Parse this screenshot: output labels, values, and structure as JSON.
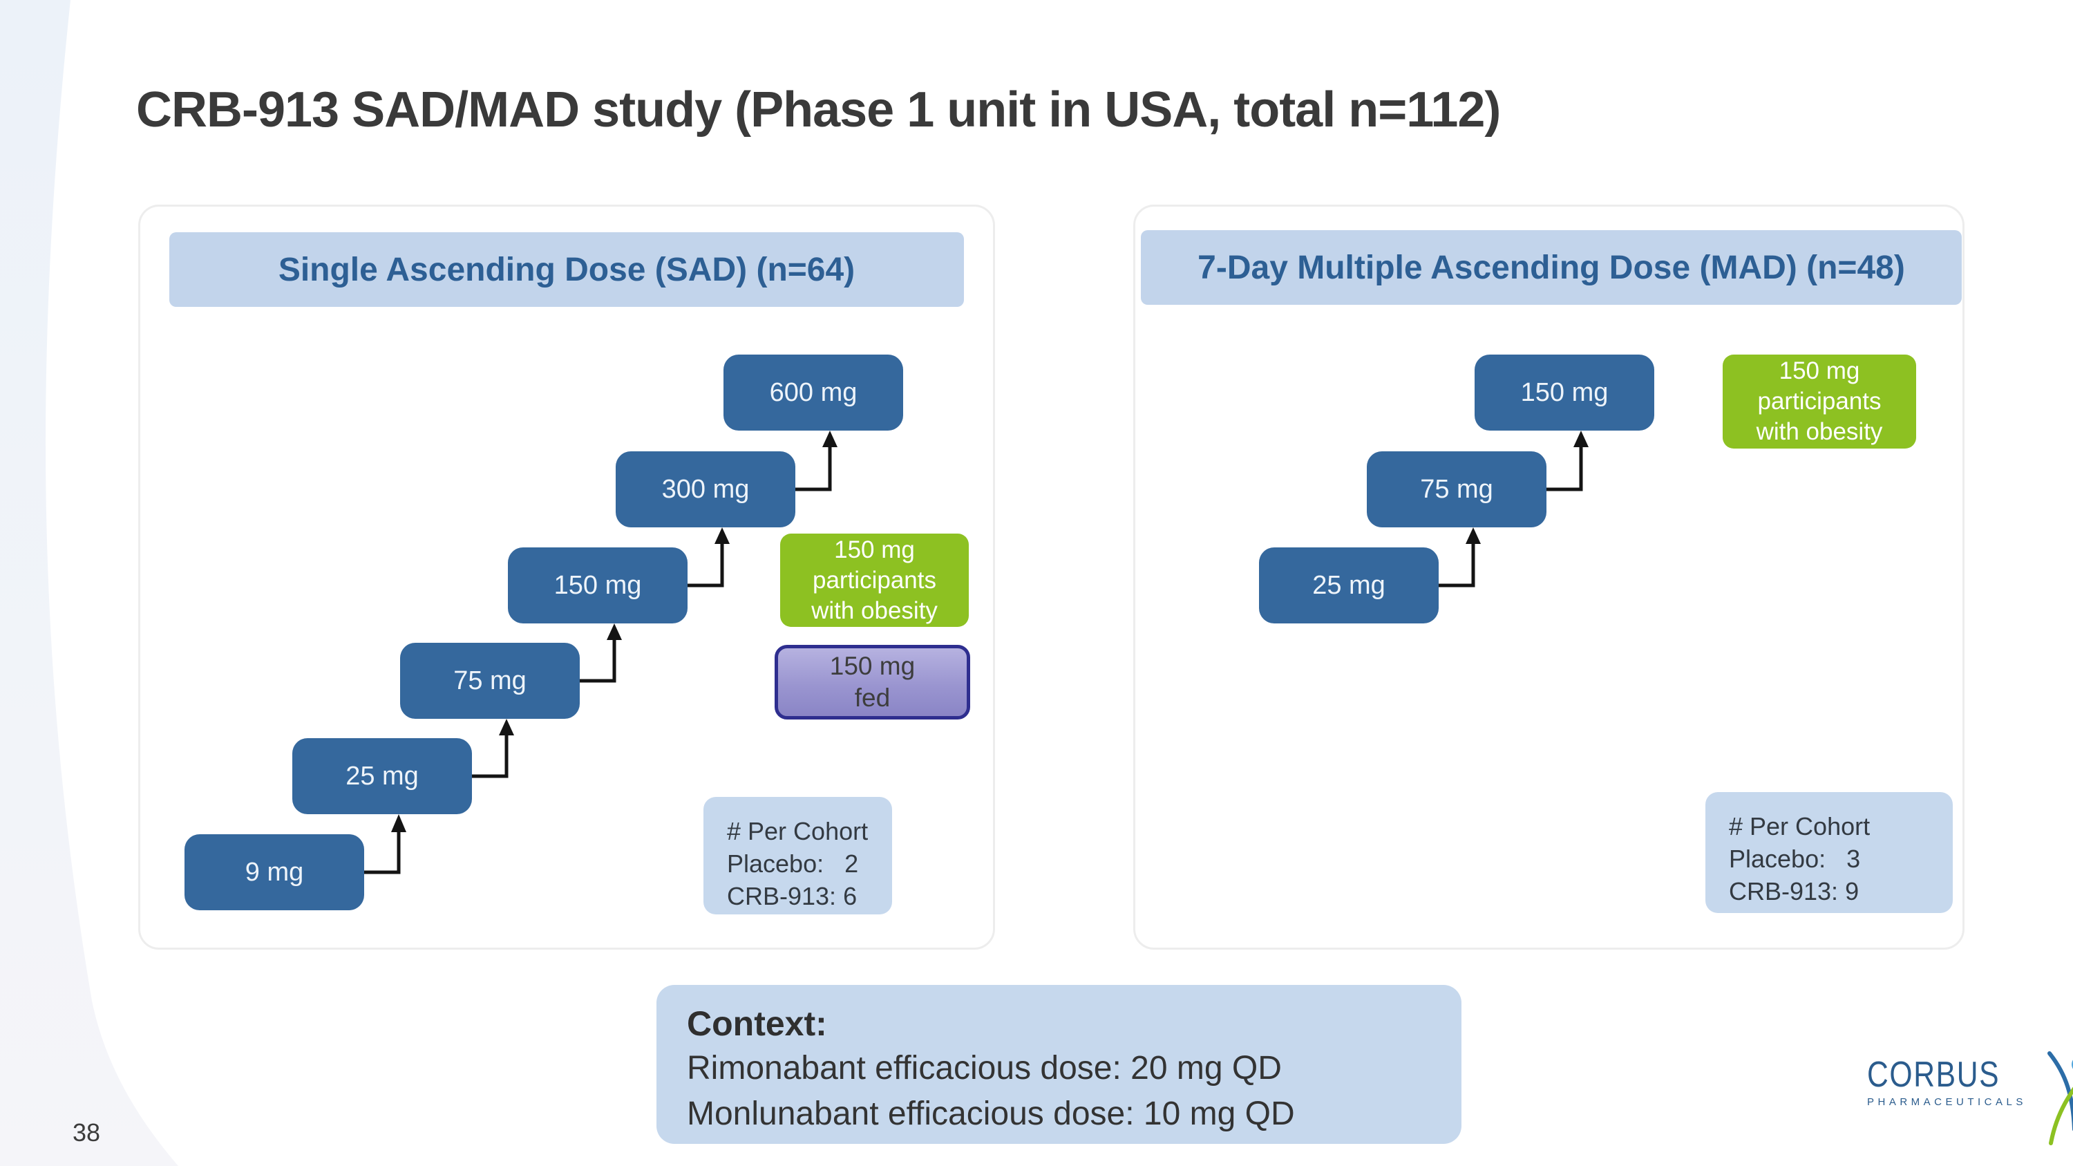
{
  "title": "CRB-913 SAD/MAD study (Phase 1 unit in USA, total n=112)",
  "page_number": "38",
  "sad": {
    "header": "Single Ascending Dose (SAD) (n=64)",
    "doses": [
      "600 mg",
      "300 mg",
      "150 mg",
      "75 mg",
      "25 mg",
      "9 mg"
    ],
    "obesity_note": "150 mg\nparticipants\nwith obesity",
    "fed_note": "150 mg\nfed",
    "cohort": [
      "# Per Cohort",
      "Placebo:   2",
      "CRB-913: 6"
    ]
  },
  "mad": {
    "header": "7-Day Multiple Ascending Dose (MAD) (n=48)",
    "doses": [
      "150 mg",
      "75 mg",
      "25 mg"
    ],
    "obesity_note": "150 mg\nparticipants\nwith obesity",
    "cohort": [
      "# Per Cohort",
      "Placebo:   3",
      "CRB-913: 9"
    ]
  },
  "context": {
    "heading": "Context:",
    "lines": [
      "Rimonabant efficacious dose: 20 mg QD",
      "Monlunabant efficacious dose: 10 mg QD"
    ]
  },
  "logo": {
    "brand": "CORBUS",
    "subtext": "PHARMACEUTICALS"
  },
  "colors": {
    "dose_box": "#35689d",
    "header_band_bg": "#c2d4eb",
    "header_band_text": "#2d5f94",
    "obesity_green": "#8dc122",
    "fed_purple_border": "#2e2e8f",
    "info_box_bg": "#c6d8ed",
    "arrow": "#141414",
    "logo_blue": "#2b5c8d",
    "logo_green": "#8cc122",
    "logo_dot": "#4da4dc"
  }
}
